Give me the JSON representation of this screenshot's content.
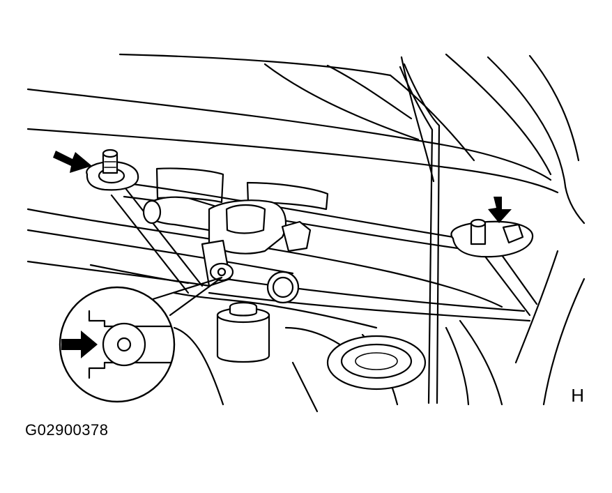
{
  "figure": {
    "view_code": "H",
    "figure_id": "G02900378"
  },
  "callouts": [
    {
      "name": "left-bolt-arrow",
      "icon": "arrow-icon"
    },
    {
      "name": "right-bolt-arrow",
      "icon": "arrow-icon"
    },
    {
      "name": "detail-arrow",
      "icon": "arrow-icon"
    }
  ]
}
